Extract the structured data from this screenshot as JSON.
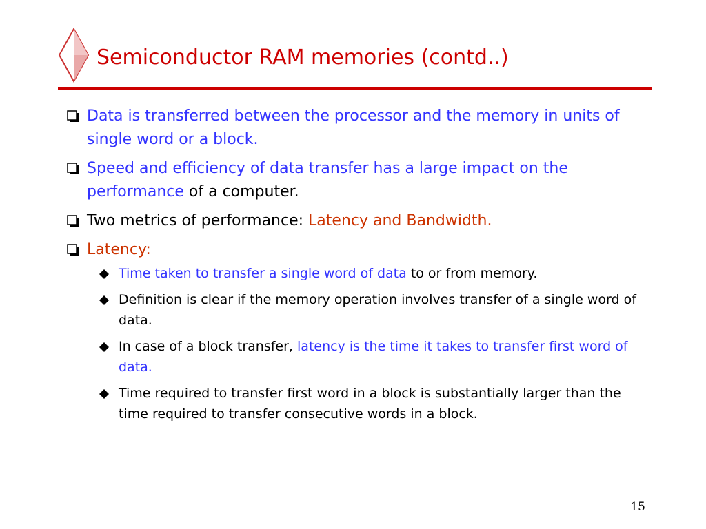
{
  "colors": {
    "title": "#cc0000",
    "rule": "#cc0000",
    "accent_red": "#cc3300",
    "accent_blue": "#3333ff",
    "text": "#000000",
    "footer_rule": "#000000",
    "diamond_fill": "#ffffff",
    "diamond_stroke": "#cc3333",
    "diamond_shade": "#f2c6c6"
  },
  "title": {
    "icon": "diamond-icon",
    "text": "Semiconductor RAM memories (contd..)"
  },
  "bullets": [
    {
      "symbol": "hollow-square-icon",
      "parts": [
        {
          "text": "Data is transferred between the processor and the memory in units of single word or a block.",
          "color": "blue"
        }
      ]
    },
    {
      "symbol": "hollow-square-icon",
      "parts": [
        {
          "text": "Speed and efficiency of data transfer has a large impact on the performance",
          "color": "blue"
        },
        {
          "text": " of a computer.",
          "color": "black"
        }
      ]
    },
    {
      "symbol": "hollow-square-icon",
      "parts": [
        {
          "text": "Two metrics of performance: ",
          "color": "black"
        },
        {
          "text": "Latency and Bandwidth.",
          "color": "red"
        }
      ]
    },
    {
      "symbol": "hollow-square-icon",
      "parts": [
        {
          "text": "Latency:",
          "color": "red"
        }
      ],
      "sub": [
        {
          "symbol": "filled-diamond-icon",
          "parts": [
            {
              "text": "Time taken to transfer a single word of data",
              "color": "blue"
            },
            {
              "text": " to or from memory.",
              "color": "black"
            }
          ]
        },
        {
          "symbol": "filled-diamond-icon",
          "parts": [
            {
              "text": "Definition is clear if the memory operation involves transfer of a single word of data.",
              "color": "black"
            }
          ]
        },
        {
          "symbol": "filled-diamond-icon",
          "parts": [
            {
              "text": "In case of a block transfer, ",
              "color": "black"
            },
            {
              "text": "latency is the time it takes to transfer first word of data.",
              "color": "blue"
            }
          ]
        },
        {
          "symbol": "filled-diamond-icon",
          "parts": [
            {
              "text": "Time required to transfer first word in a block is substantially larger than the time required to transfer consecutive words in a block.",
              "color": "black"
            }
          ]
        }
      ]
    }
  ],
  "footer": {
    "page_number": "15"
  }
}
